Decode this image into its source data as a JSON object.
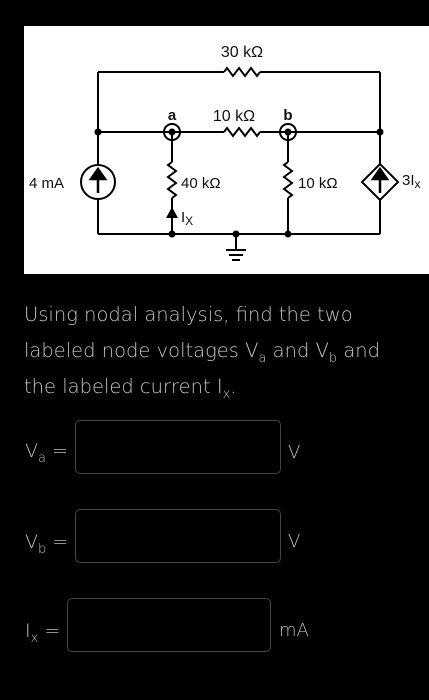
{
  "circuit": {
    "top_resistor": "30 kΩ",
    "mid_resistor": "10 kΩ",
    "node_a": "a",
    "node_b": "b",
    "current_source": "4 mA",
    "left_resistor": "40 kΩ",
    "right_resistor": "10 kΩ",
    "current_label": "I",
    "current_label_sub": "X",
    "dependent_source": "3I",
    "dependent_source_sub": "x"
  },
  "question": {
    "part1": "Using nodal analysis, find the two labeled node voltages V",
    "sub_a": "a",
    "part2": " and V",
    "sub_b": "b",
    "part3": " and the labeled current I",
    "sub_x": "x",
    "part4": "."
  },
  "answers": [
    {
      "label": "V",
      "sub": "a",
      "eq": " =",
      "value": "",
      "unit": "V"
    },
    {
      "label": "V",
      "sub": "b",
      "eq": " =",
      "value": "",
      "unit": "V"
    },
    {
      "label": "I",
      "sub": "x",
      "eq": " =",
      "value": "",
      "unit": "mA"
    }
  ]
}
